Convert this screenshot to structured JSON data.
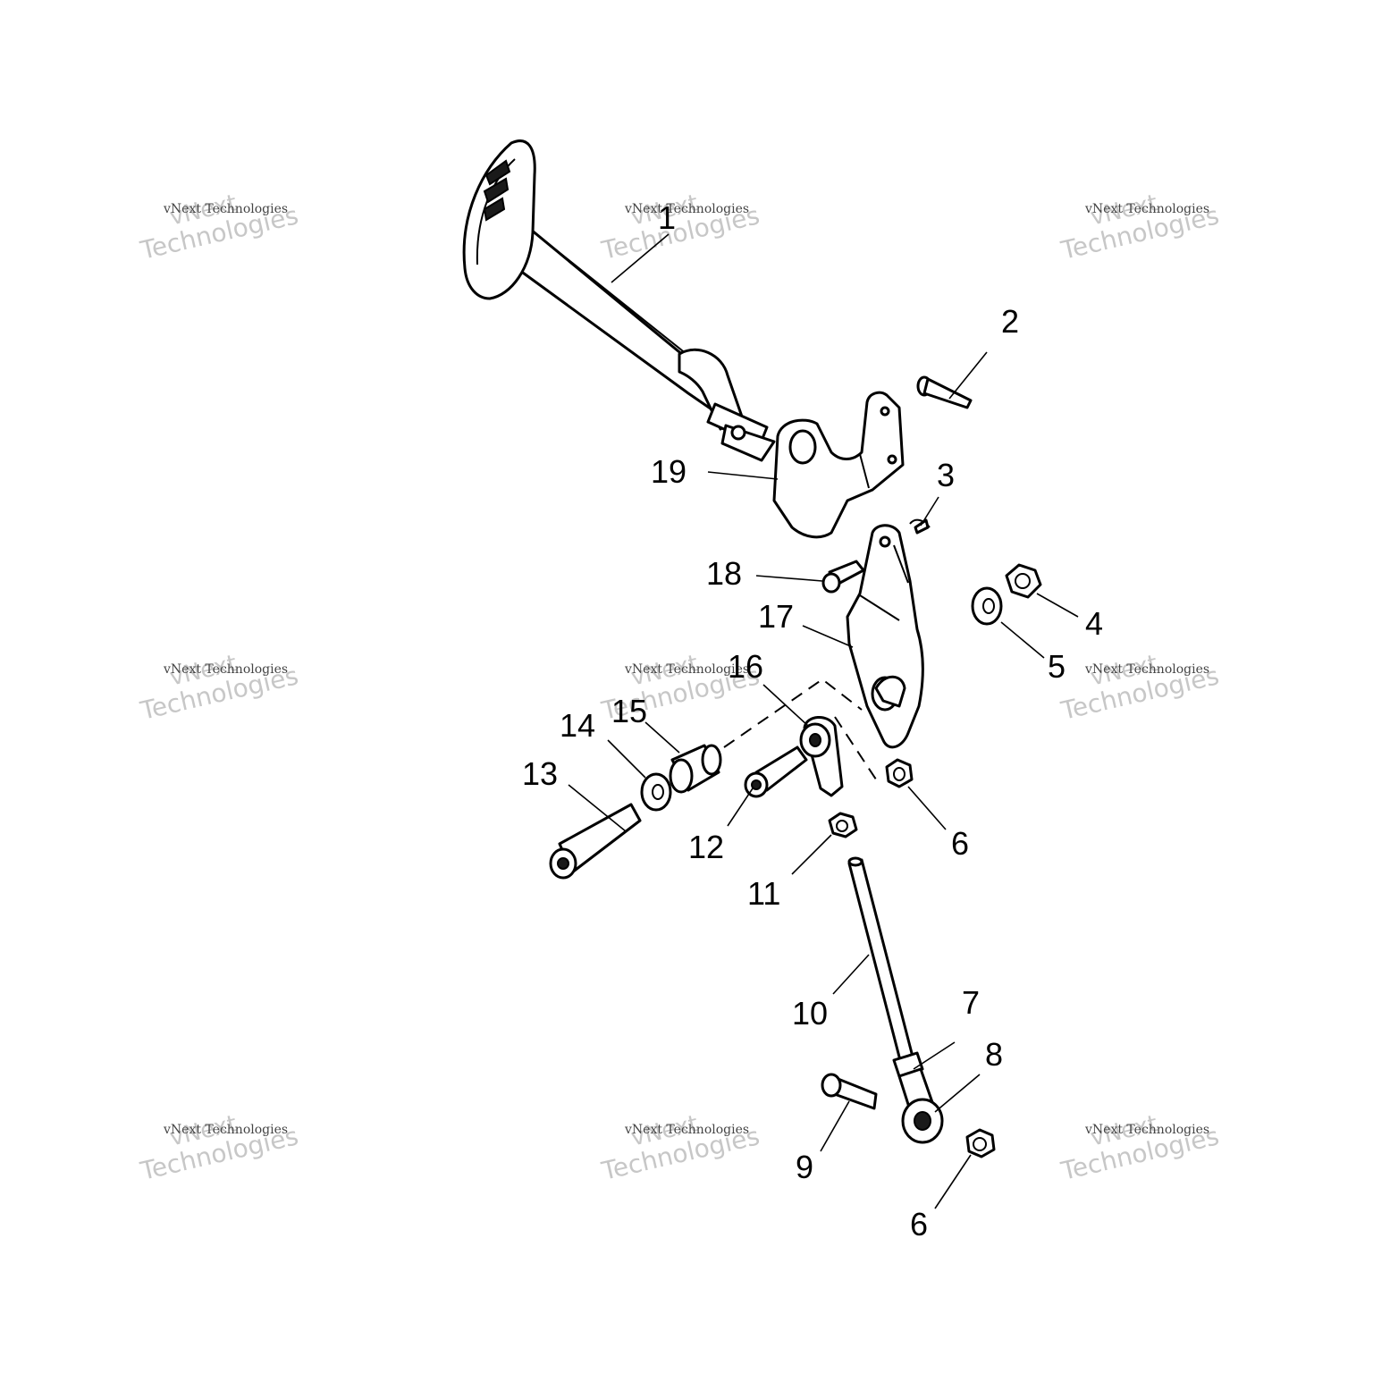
{
  "diagram": {
    "callouts": [
      "1",
      "2",
      "3",
      "4",
      "5",
      "6",
      "6",
      "7",
      "8",
      "9",
      "10",
      "11",
      "12",
      "13",
      "14",
      "15",
      "16",
      "17",
      "18",
      "19"
    ],
    "watermark": {
      "line1": "vNext",
      "line2": "vNext Technologies",
      "line3": "Technologies"
    }
  }
}
